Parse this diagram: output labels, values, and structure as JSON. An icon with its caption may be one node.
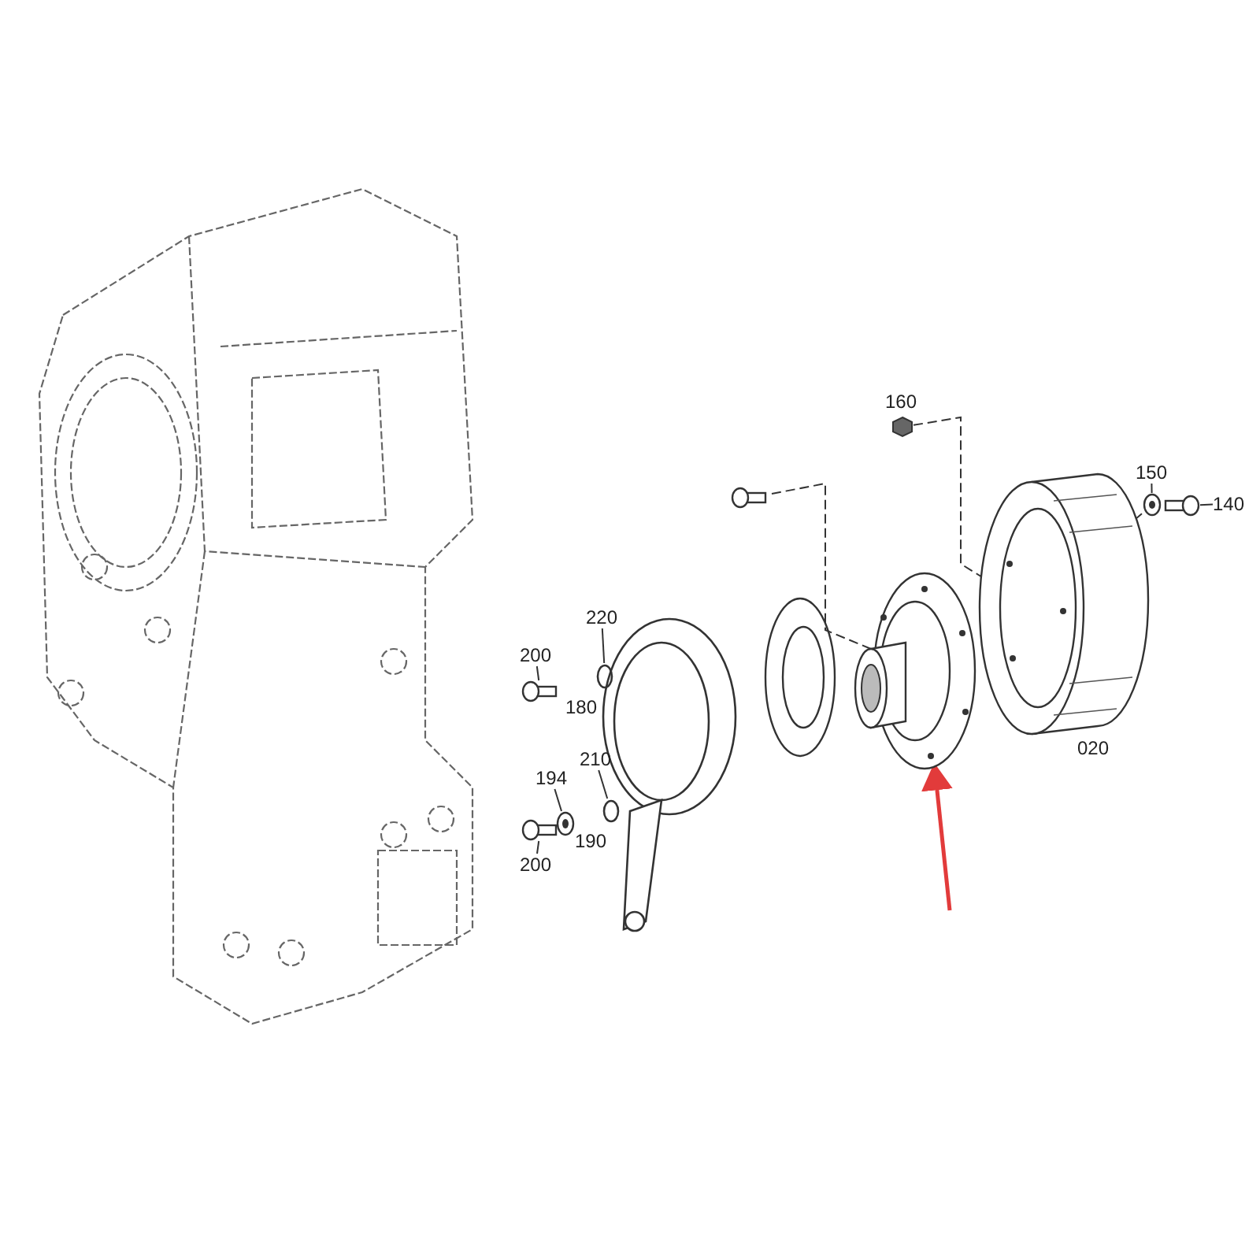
{
  "diagram": {
    "nodes": [
      {
        "text": [
          "220"
        ]
      },
      {
        "text": [],
        "shape": "circle"
      },
      {
        "text": [
          "200"
        ]
      },
      {
        "text": [],
        "shape": "picture"
      },
      {
        "text": [
          "210"
        ]
      },
      {
        "text": [],
        "shape": "circle"
      },
      {
        "text": [
          "194"
        ]
      },
      {
        "text": [],
        "shape": "picture"
      },
      {
        "text": [
          "200"
        ]
      },
      {
        "text": [],
        "shape": "picture"
      },
      {
        "text": [
          "150"
        ]
      },
      {
        "text": [],
        "shape": "picture"
      },
      {
        "text": [
          "140"
        ]
      },
      {
        "text": [],
        "shape": "picture"
      },
      {
        "text": [],
        "shape": "picture"
      },
      {
        "text": [],
        "shape": "picture",
        "beside": [
          "020"
        ]
      },
      {
        "text": [],
        "shape": "picture"
      },
      {
        "text": [],
        "shape": "hexagon",
        "beside": [
          "160"
        ]
      }
    ],
    "edges": [
      {
        "from": 0,
        "to": 1,
        "arrow": "none"
      },
      {
        "from": 2,
        "to": 3,
        "arrow": "none"
      },
      {
        "from": 4,
        "to": 5,
        "arrow": "none"
      },
      {
        "from": 6,
        "to": 7,
        "arrow": "none"
      },
      {
        "from": 8,
        "to": 9,
        "arrow": "none"
      },
      {
        "from": 10,
        "to": 11,
        "arrow": "none"
      },
      {
        "from": 12,
        "to": 13,
        "arrow": "none"
      },
      {
        "from": 16,
        "to": 14,
        "arrow": "none",
        "style": "dashed"
      },
      {
        "from": 17,
        "to": 15,
        "arrow": "none",
        "style": "dashed"
      },
      {
        "from": 11,
        "to": 15,
        "arrow": "none",
        "style": "dashed"
      },
      {
        "from": null,
        "to": 14,
        "arrow": "to",
        "style": "thick",
        "color": "#e23b3b"
      }
    ],
    "labels": [
      "180",
      "190"
    ]
  }
}
